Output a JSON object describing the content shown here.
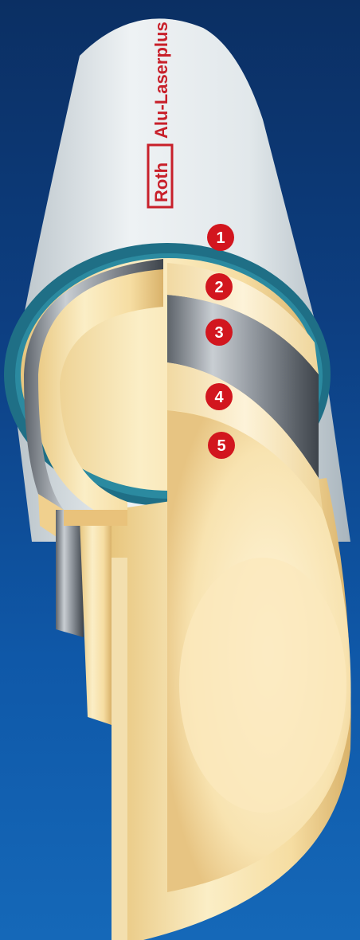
{
  "brand": {
    "logo_text": "Roth",
    "product_name": "Alu-Laserplus",
    "brand_color": "#c8202a"
  },
  "layers": [
    {
      "number": "1",
      "color": "#e8eef0"
    },
    {
      "number": "2",
      "color": "#f5d89a"
    },
    {
      "number": "3",
      "color": "#8a8e94"
    },
    {
      "number": "4",
      "color": "#f5d89a"
    },
    {
      "number": "5",
      "color": "#f8e4b4"
    }
  ],
  "colors": {
    "background_top": "#0b2f63",
    "background_bottom": "#1568b8",
    "badge": "#d2161e",
    "teal_ring": "#1f6f86"
  }
}
